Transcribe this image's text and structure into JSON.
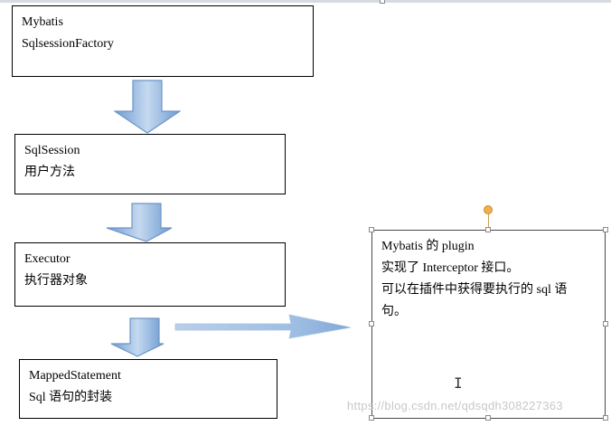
{
  "boxes": {
    "factory": {
      "line1": "Mybatis",
      "line2": "SqlsessionFactory"
    },
    "session": {
      "line1": "SqlSession",
      "line2": "用户方法"
    },
    "executor": {
      "line1": "Executor",
      "line2": "执行器对象"
    },
    "mapped": {
      "line1": "MappedStatement",
      "line2": "Sql 语句的封装"
    }
  },
  "note": {
    "line1": "Mybatis 的 plugin",
    "line2": "实现了 Interceptor 接口。",
    "line3": "可以在插件中获得要执行的 sql 语",
    "line4": "句。"
  },
  "watermark": "https://blog.csdn.net/qdsqdh308227363",
  "icons": {
    "cursor": "text-cursor-icon",
    "rotate": "rotation-handle-icon"
  },
  "colors": {
    "arrow_fill": "#8fb3dd",
    "arrow_stroke": "#6d95c6",
    "border": "#000000",
    "selection": "#4a4a4a"
  }
}
